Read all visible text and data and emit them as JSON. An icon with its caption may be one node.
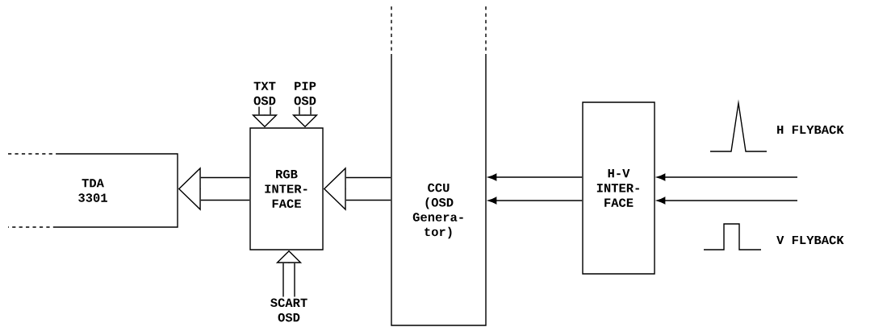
{
  "diagram": {
    "nodes": [
      {
        "text": [
          "TDA 3301"
        ]
      },
      {
        "text": [
          "RGB INTER- FACE"
        ]
      },
      {
        "text": [
          "CCU (OSD Genera- tor)"
        ]
      },
      {
        "text": [
          "H-V INTER- FACE"
        ]
      },
      {
        "text": [
          "TXT OSD"
        ]
      },
      {
        "text": [
          "PIP OSD"
        ]
      },
      {
        "text": [
          "SCART OSD"
        ]
      }
    ],
    "edges": [
      {
        "from": 4,
        "to": 1,
        "arrow": "to"
      },
      {
        "from": 5,
        "to": 1,
        "arrow": "to"
      },
      {
        "from": 6,
        "to": 1,
        "arrow": "to"
      },
      {
        "from": 2,
        "to": 1,
        "arrow": "to"
      },
      {
        "from": 1,
        "to": 0,
        "arrow": "to"
      },
      {
        "from": 3,
        "to": 2,
        "arrow": "to"
      },
      {
        "from": 3,
        "to": 2,
        "arrow": "to"
      },
      {
        "from": null,
        "to": 3,
        "arrow": "to"
      },
      {
        "from": null,
        "to": 3,
        "arrow": "to"
      }
    ],
    "labels": [
      "H FLYBACK",
      "V FLYBACK"
    ]
  }
}
